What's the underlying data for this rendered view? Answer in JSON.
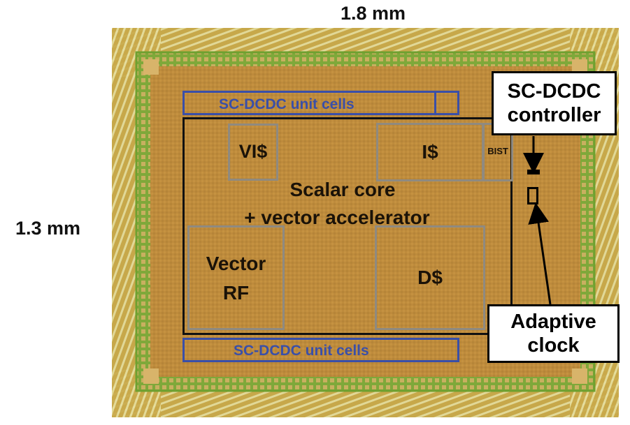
{
  "dimensions": {
    "width_label": "1.8 mm",
    "height_label": "1.3 mm"
  },
  "blocks": {
    "sc_dcdc_top": "SC-DCDC unit cells",
    "sc_dcdc_bottom": "SC-DCDC unit cells",
    "vi_cache": "VI$",
    "i_cache": "I$",
    "bist": "BIST",
    "core_line1": "Scalar core",
    "core_line2": "+ vector accelerator",
    "vector_rf_line1": "Vector",
    "vector_rf_line2": "RF",
    "d_cache": "D$"
  },
  "callouts": {
    "controller_line1": "SC-DCDC",
    "controller_line2": "controller",
    "clock_line1": "Adaptive",
    "clock_line2": "clock"
  },
  "colors": {
    "die": "#b8893a",
    "pad_ring": "#c9b640",
    "gray_block": "#8f8a80",
    "blue_block": "#3a4fa8"
  }
}
